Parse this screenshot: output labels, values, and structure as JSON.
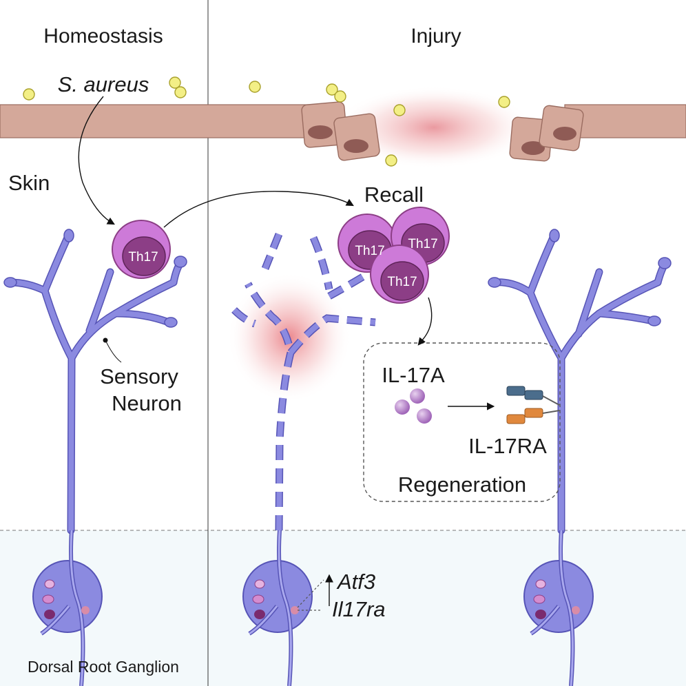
{
  "labels": {
    "homeostasis": "Homeostasis",
    "injury": "Injury",
    "s_aureus": "S. aureus",
    "skin": "Skin",
    "recall": "Recall",
    "th17": "Th17",
    "sensory": "Sensory",
    "neuron": "Neuron",
    "il17a": "IL-17A",
    "il17ra": "IL-17RA",
    "regeneration": "Regeneration",
    "atf3": "Atf3",
    "il17ra_gene": "Il17ra",
    "drg": "Dorsal Root Ganglion"
  },
  "colors": {
    "neuron": "#8b8ae0",
    "neuron_stroke": "#5654b6",
    "skin": "#d4a89a",
    "skin_stroke": "#9a6c60",
    "th17_outer": "#cd7ad8",
    "th17_inner": "#8c3e86",
    "bacteria": "#f3ef86",
    "inflammation": "#e8737a",
    "drg_background": "#f3f9fb",
    "il17a": "#b07ec8"
  }
}
